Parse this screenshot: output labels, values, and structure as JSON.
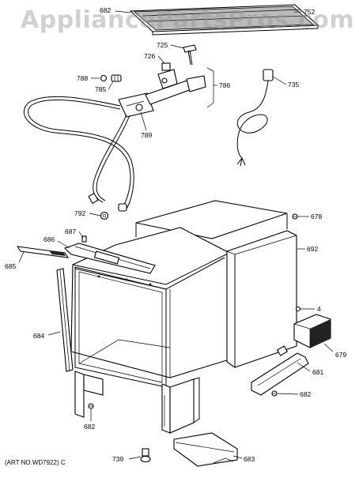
{
  "watermark": "AppliancePartsPros.com",
  "art_no": "(ART NO.WD7922) C",
  "callouts": [
    {
      "id": "752",
      "label": "752"
    },
    {
      "id": "682a",
      "label": "682"
    },
    {
      "id": "725",
      "label": "725"
    },
    {
      "id": "726",
      "label": "726"
    },
    {
      "id": "786",
      "label": "786"
    },
    {
      "id": "788",
      "label": "788"
    },
    {
      "id": "785",
      "label": "785"
    },
    {
      "id": "735",
      "label": "735"
    },
    {
      "id": "789",
      "label": "789"
    },
    {
      "id": "792",
      "label": "792"
    },
    {
      "id": "678",
      "label": "678"
    },
    {
      "id": "687",
      "label": "687"
    },
    {
      "id": "686",
      "label": "686"
    },
    {
      "id": "692",
      "label": "692"
    },
    {
      "id": "685",
      "label": "685"
    },
    {
      "id": "4",
      "label": "4"
    },
    {
      "id": "684",
      "label": "684"
    },
    {
      "id": "679",
      "label": "679"
    },
    {
      "id": "681",
      "label": "681"
    },
    {
      "id": "682b",
      "label": "682"
    },
    {
      "id": "682c",
      "label": "682"
    },
    {
      "id": "739",
      "label": "739"
    },
    {
      "id": "683",
      "label": "683"
    }
  ]
}
